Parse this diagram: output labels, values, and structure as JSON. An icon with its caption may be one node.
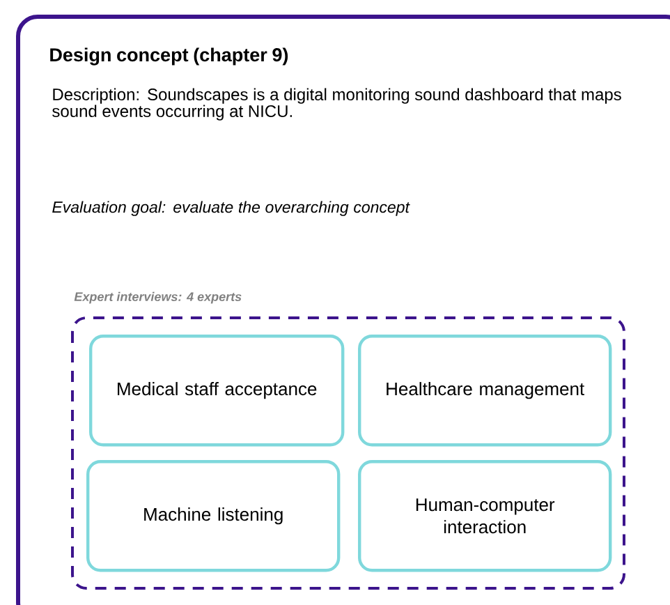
{
  "diagram": {
    "nodes": [
      {
        "text": [
          "Design concept (chapter 9)",
          "Description: Soundscapes is a digital monitoring sound dashboard that maps sound events occurring at NICU.",
          "Evaluation goal: evaluate the overarching concept"
        ]
      },
      {
        "text": [
          "Expert interviews: 4 experts"
        ],
        "in": 0
      },
      {
        "text": [
          "Medical staff acceptance"
        ],
        "in": 1
      },
      {
        "text": [
          "Healthcare management"
        ],
        "in": 1
      },
      {
        "text": [
          "Machine listening"
        ],
        "in": 1
      },
      {
        "text": [
          "Human-computer interaction"
        ],
        "in": 1
      }
    ]
  }
}
